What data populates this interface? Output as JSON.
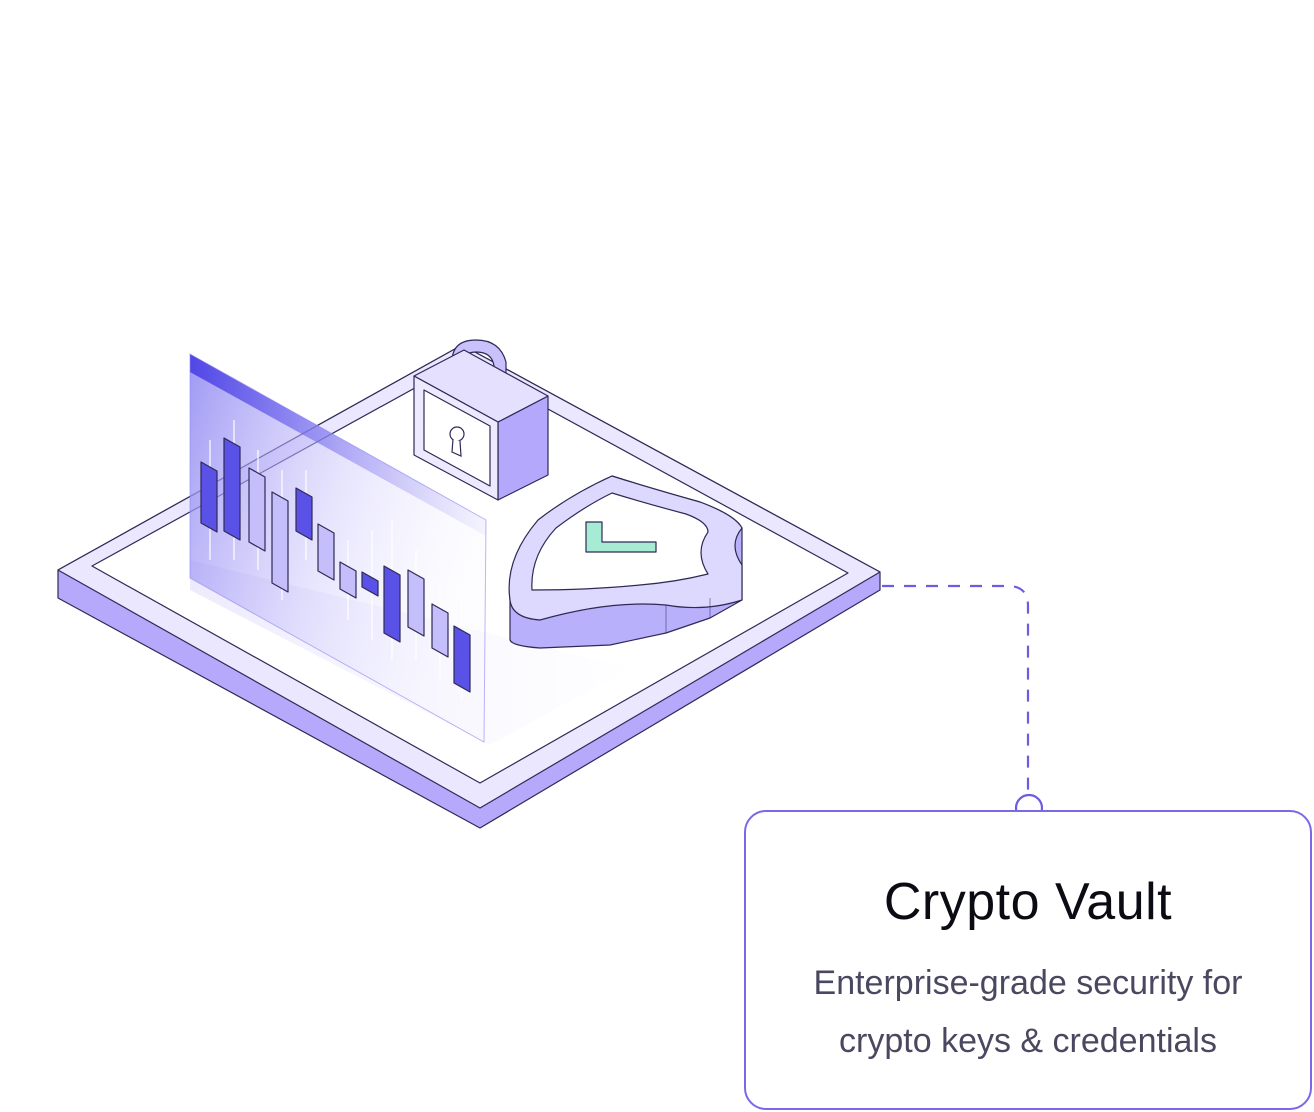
{
  "feature": {
    "title": "Crypto Vault",
    "description": "Enterprise-grade security for crypto keys & credentials"
  },
  "illustration": {
    "icons": [
      "padlock-icon",
      "shield-check-icon",
      "candlestick-chart-panel"
    ]
  },
  "colors": {
    "accent": "#7a68e6",
    "platform_side": "#b6a9fb",
    "platform_top": "#ece8ff",
    "candle_dark": "#5a52e6",
    "check_green": "#a6ecd5"
  }
}
